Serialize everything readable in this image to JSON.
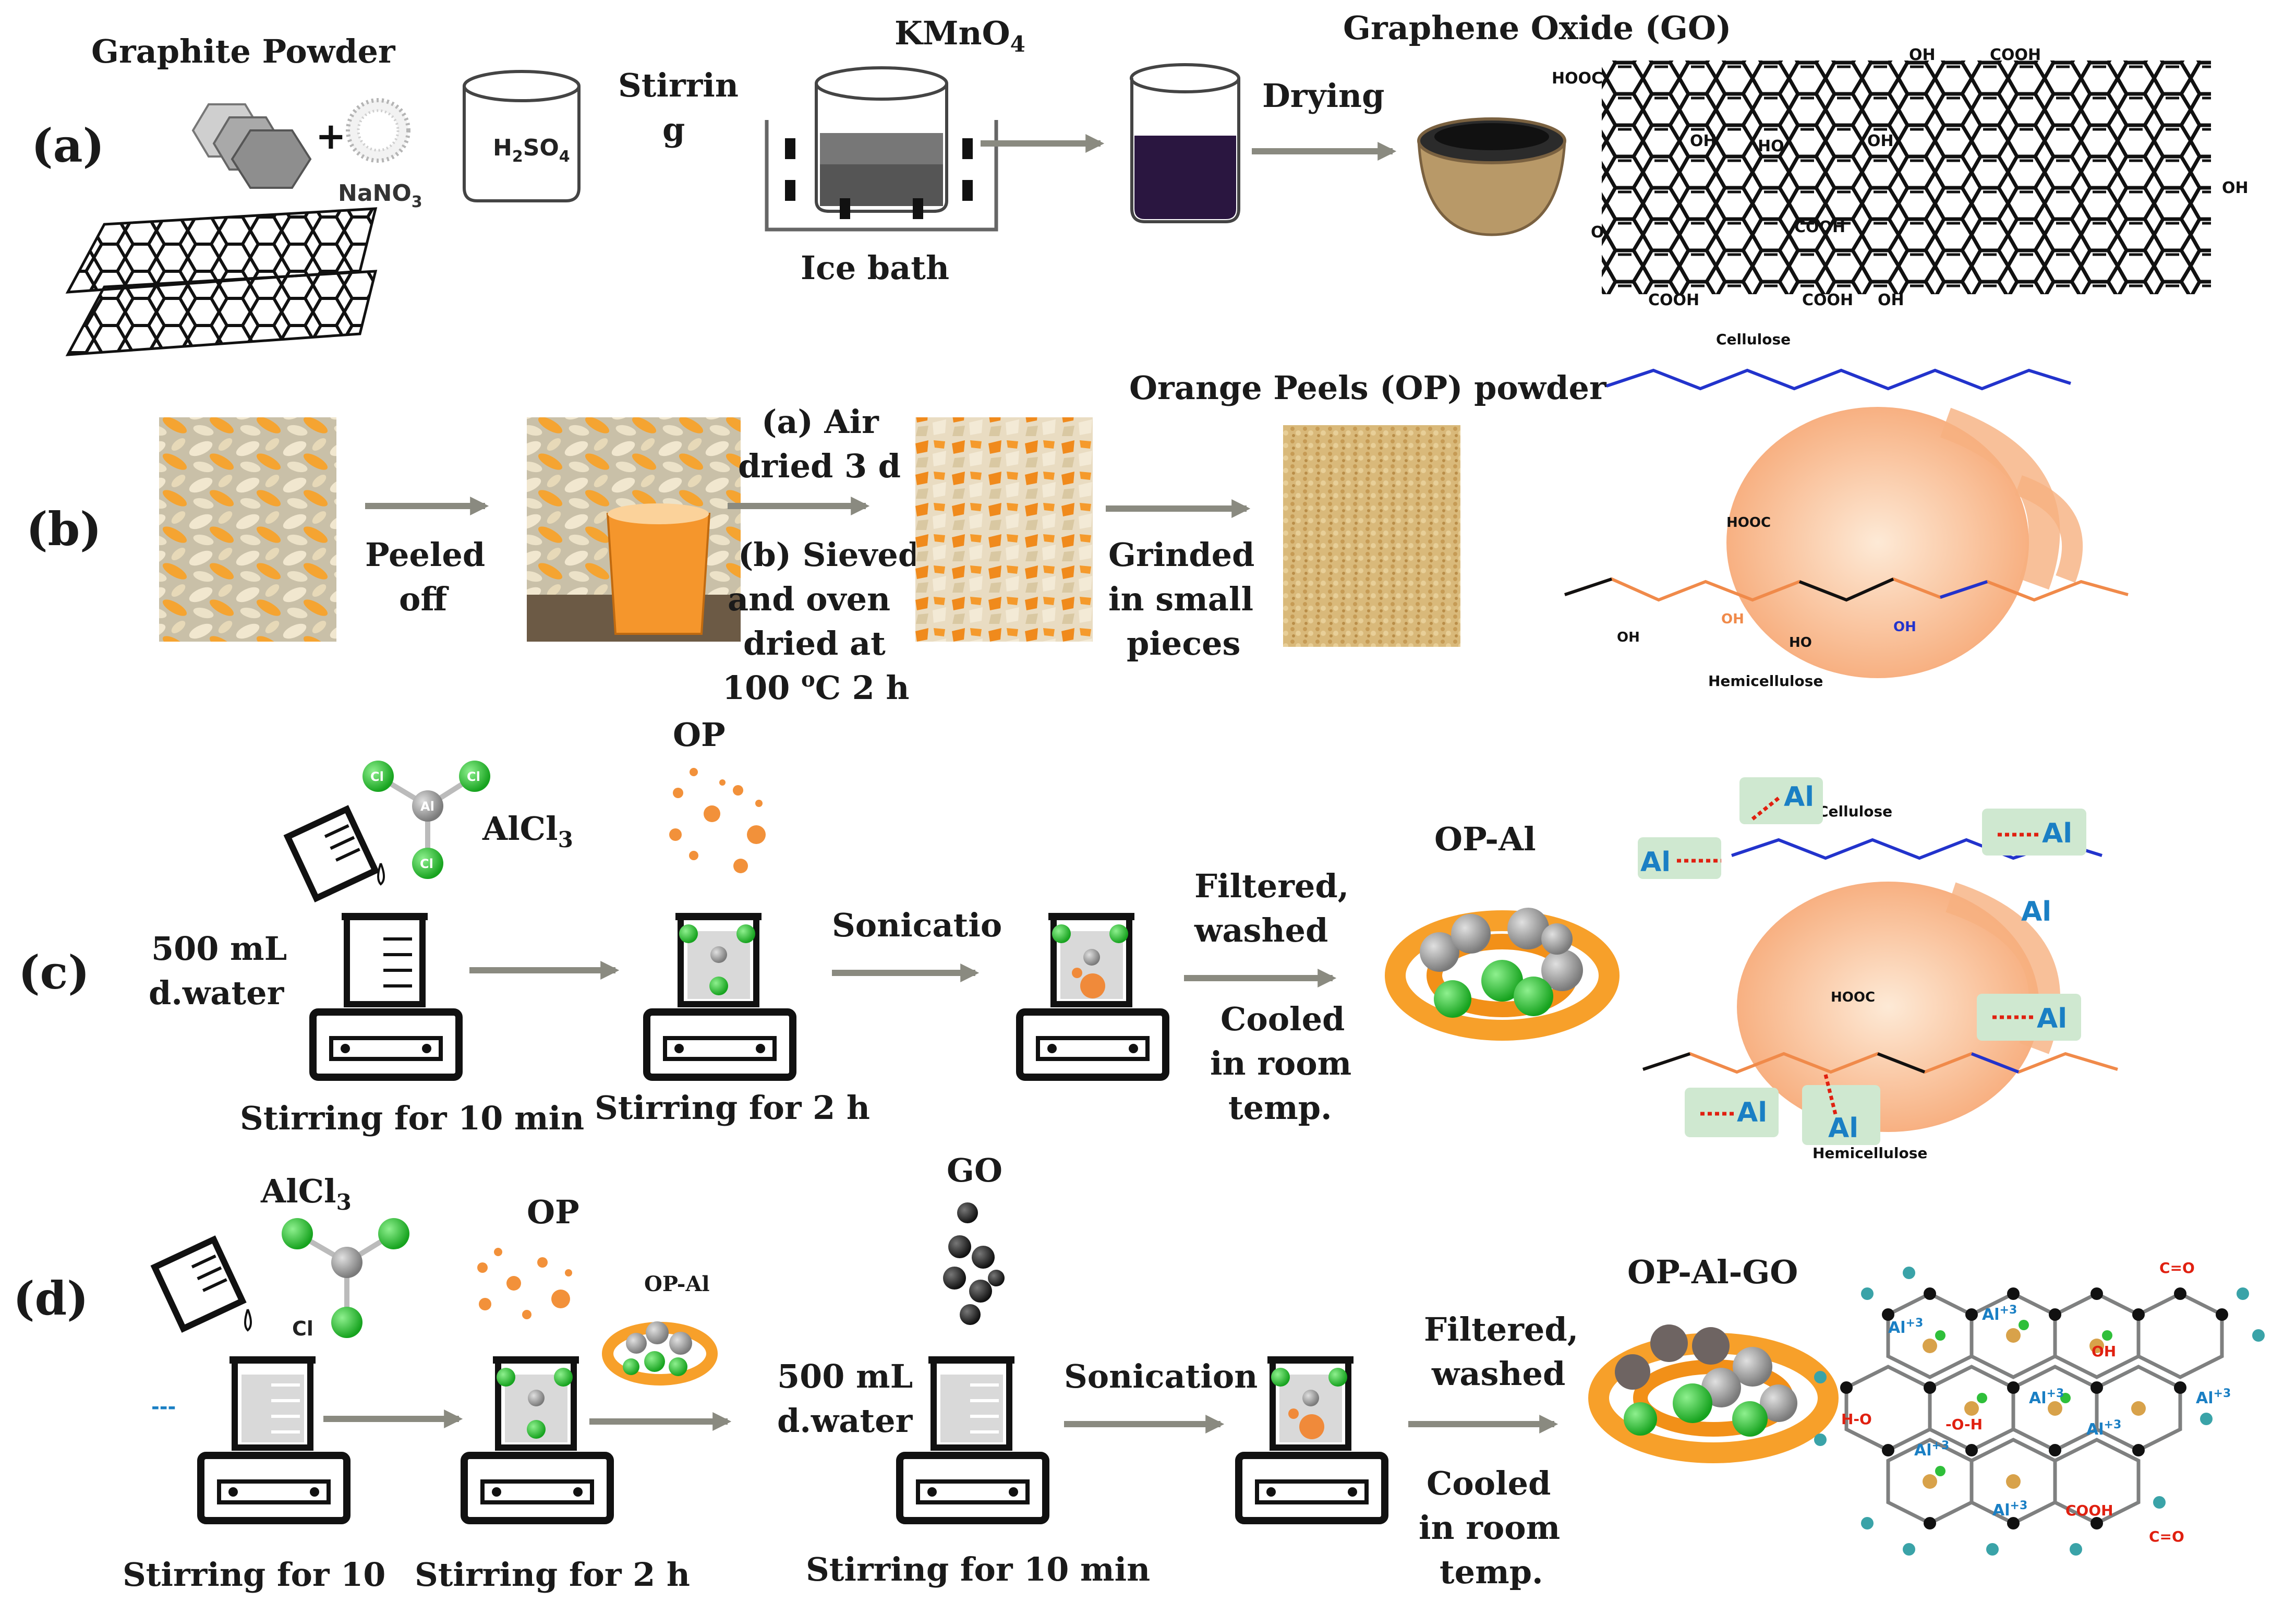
{
  "panels": {
    "a": {
      "tag": "(a)",
      "graphite_label": "Graphite Powder",
      "nano3": "NaNO",
      "nano3_sub": "3",
      "h2so4_a": "H",
      "h2so4_b": "2",
      "h2so4_c": "SO",
      "h2so4_d": "4",
      "stirring_1": "Stirrin",
      "stirring_2": "g",
      "kmno4": "KMnO",
      "kmno4_sub": "4",
      "ice_bath": "Ice bath",
      "drying": "Drying",
      "go_title": "Graphene Oxide (GO)",
      "groups": [
        "HOOC",
        "OH",
        "COOH",
        "OH",
        "OH",
        "HO",
        "COOH",
        "OH",
        "COOH",
        "COOH",
        "OH",
        "O"
      ]
    },
    "b": {
      "tag": "(b)",
      "peeled_1": "Peeled",
      "peeled_2": "off",
      "air_1": "(a) Air",
      "air_2": "dried 3 d",
      "sieved_1": "(b) Sieved",
      "sieved_2": "and oven",
      "sieved_3": "dried at",
      "sieved_4a": "100 ",
      "sieved_4b": "o",
      "sieved_4c": "C 2 h",
      "grinded_1": "Grinded",
      "grinded_2": "in small",
      "grinded_3": "pieces",
      "op_powder": "Orange Peels (OP) powder",
      "cellulose": "Cellulose",
      "hemicellulose": "Hemicellulose",
      "hooc": "HOOC",
      "oh": "OH",
      "ho": "HO"
    },
    "c": {
      "tag": "(c)",
      "alcl3_a": "AlCl",
      "alcl3_b": "3",
      "water_1": "500 mL",
      "water_2": "d.water",
      "stir10": "Stirring for 10 min",
      "op": "OP",
      "stir2h": "Stirring for 2 h",
      "sonication": "Sonicatio",
      "filtered_1": "Filtered,",
      "filtered_2": "washed",
      "cooled_1": "Cooled",
      "cooled_2": "in room",
      "cooled_3": "temp.",
      "op_al": "OP-Al",
      "al": "Al",
      "cl": "Cl",
      "cellulose": "Cellulose",
      "hemicellulose": "Hemicellulose",
      "hooc": "HOOC"
    },
    "d": {
      "tag": "(d)",
      "alcl3_a": "AlCl",
      "alcl3_b": "3",
      "op": "OP",
      "op_al_small": "OP-Al",
      "cl_small": "Cl",
      "dashes": "---",
      "go": "GO",
      "water_1": "500 mL",
      "water_2": "d.water",
      "stir10_short": "Stirring for 10",
      "stir2h": "Stirring for 2 h",
      "stir10min": "Stirring for 10 min",
      "sonication": "Sonication",
      "filtered_1": "Filtered,",
      "filtered_2": "washed",
      "cooled_1": "Cooled",
      "cooled_2": "in room",
      "cooled_3": "temp.",
      "op_al_go": "OP-Al-GO",
      "al3": "Al",
      "al3_sup": "+3",
      "ho": "H-O",
      "oh_bond": "-O-H",
      "oh": "OH",
      "cooh": "COOH",
      "cho": "C=O"
    }
  },
  "colors": {
    "arrow": "#8a8a80",
    "cellulose": "#2233cc",
    "hemicellulose": "#f08a4a",
    "aluminum_blue": "#1a7fc4",
    "chlorine_green": "#2fbf3a",
    "orange_peel": "#f7a02a",
    "al_highlight": "#cfe8d0",
    "bond_red": "#e02010"
  }
}
